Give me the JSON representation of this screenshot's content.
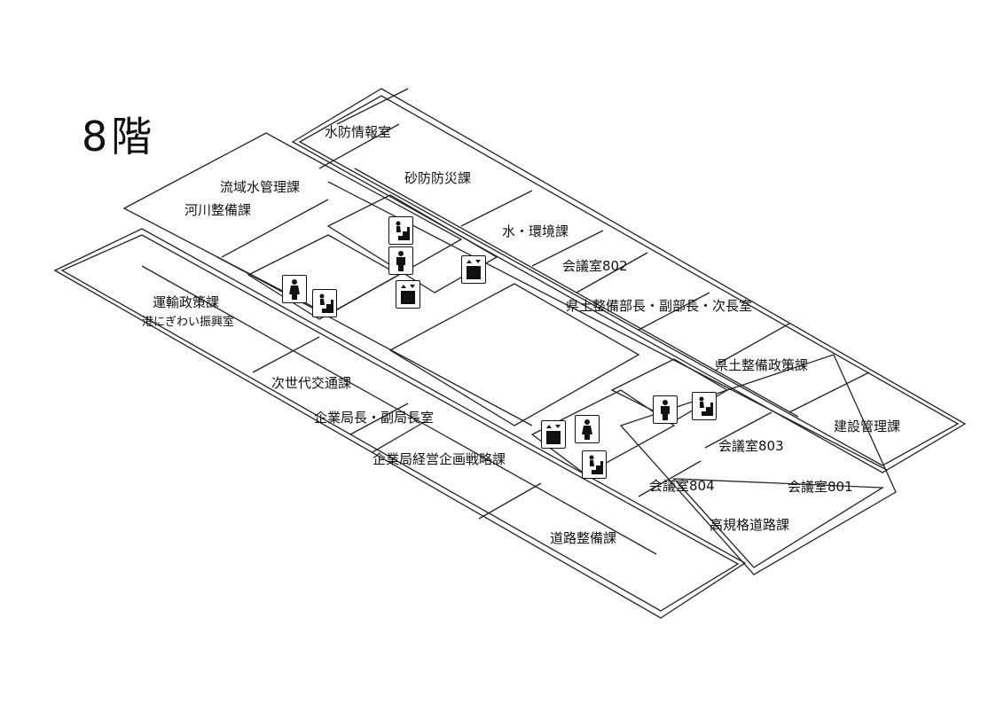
{
  "title": "8階",
  "rooms": {
    "suibo": "水防情報室",
    "sabo": "砂防防災課",
    "ryuiki": "流域水管理課",
    "kasen": "河川整備課",
    "mizu": "水・環境課",
    "kaigi802": "会議室802",
    "kendo_bucho": "県土整備部長・副部長・次長室",
    "unyu": "運輸政策課",
    "minato": "港にぎわい振興室",
    "kendo_seisaku": "県土整備政策課",
    "jisedai": "次世代交通課",
    "kigyo_cho": "企業局長・副局長室",
    "kensetsu": "建設管理課",
    "kigyo_keiei": "企業局経営企画戦略課",
    "kaigi803": "会議室803",
    "kaigi804": "会議室804",
    "kaigi801": "会議室801",
    "koki": "高規格道路課",
    "doro": "道路整備課"
  },
  "icons": [
    "stairs-icon",
    "restroom-icon",
    "elevator-icon"
  ]
}
